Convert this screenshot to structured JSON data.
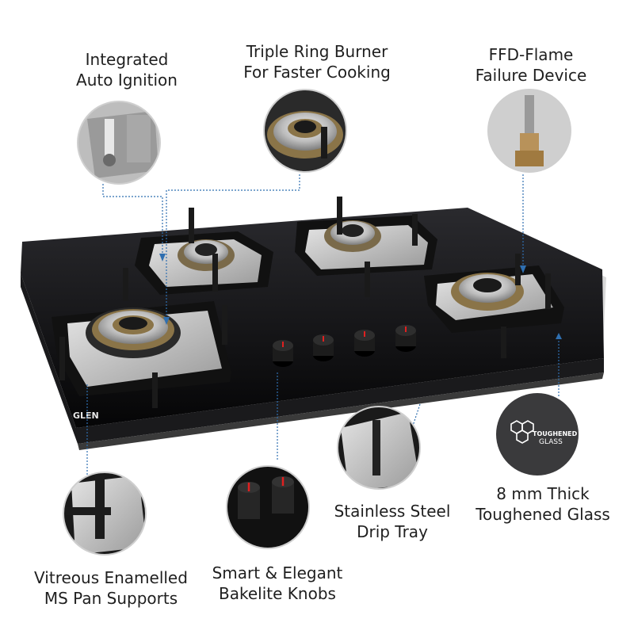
{
  "brand": "GLEN",
  "features": {
    "auto_ignition": {
      "line1": "Integrated",
      "line2": "Auto Ignition",
      "icon": "ignition-closeup"
    },
    "triple_ring": {
      "line1": "Triple Ring Burner",
      "line2": "For Faster Cooking",
      "icon": "burner-closeup"
    },
    "ffd": {
      "line1": "FFD-Flame",
      "line2": "Failure Device",
      "icon": "ffd-closeup"
    },
    "drip_tray": {
      "line1": "Stainless Steel",
      "line2": "Drip Tray",
      "icon": "drip-tray-closeup"
    },
    "toughened_glass": {
      "line1": "8 mm Thick",
      "line2": "Toughened Glass",
      "badge_line1": "TOUGHENED",
      "badge_line2": "GLASS",
      "icon": "hexagon-glass-icon"
    },
    "knobs": {
      "line1": "Smart & Elegant",
      "line2": "Bakelite Knobs",
      "icon": "knob-closeup"
    },
    "pan_supports": {
      "line1": "Vitreous Enamelled",
      "line2": "MS Pan Supports",
      "icon": "pan-support-closeup"
    }
  },
  "colors": {
    "glass": "#101012",
    "steel": "#c9c9c9",
    "brass": "#b8925a",
    "accent_blue": "#2f6fb0",
    "knob_mark": "#e02020",
    "label": "#1f1f1f"
  }
}
